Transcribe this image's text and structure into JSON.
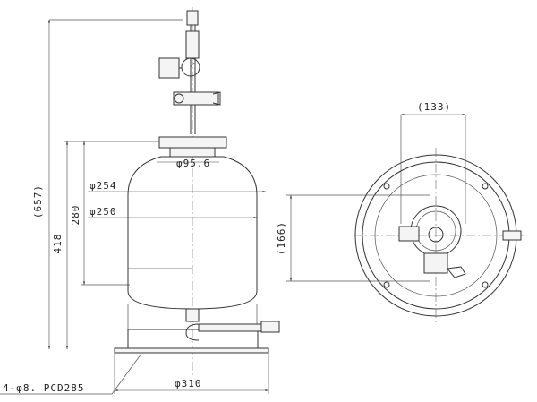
{
  "drawing": {
    "dimensions": {
      "overall_height": "(657)",
      "tank_height": "418",
      "body_height": "280",
      "top_flange_dia": "φ95.6",
      "outer_dia": "φ254",
      "inner_dia": "φ250",
      "base_dia": "φ310",
      "bolt_holes": "4-φ8.  PCD285",
      "top_view_width": "(133)",
      "top_view_height": "(166)"
    }
  }
}
